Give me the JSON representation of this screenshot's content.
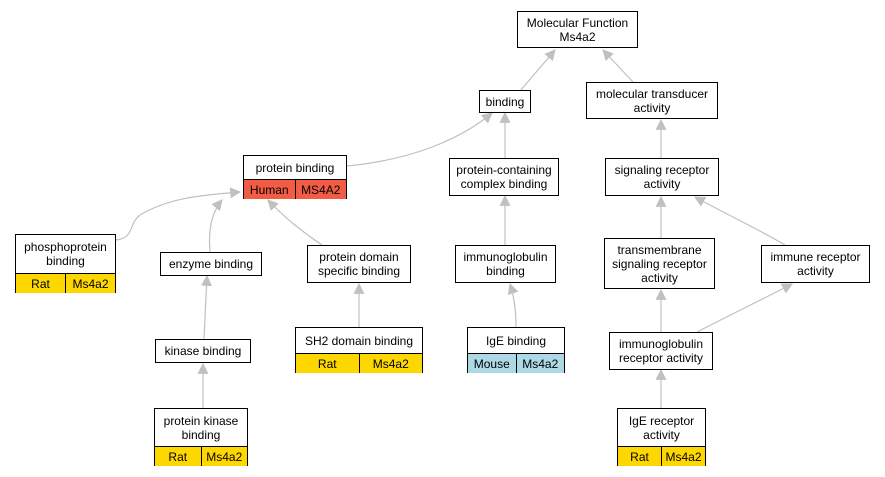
{
  "colors": {
    "edge": "#c0c0c0",
    "rat": "#ffd700",
    "human": "#f25c45",
    "mouse": "#add8e6"
  },
  "nodes": {
    "molecular_function": {
      "label": "Molecular Function\nMs4a2"
    },
    "binding": {
      "label": "binding"
    },
    "molecular_transducer_activity": {
      "label": "molecular transducer\nactivity"
    },
    "protein_binding": {
      "label": "protein binding",
      "species": "Human",
      "gene": "MS4A2"
    },
    "protein_containing_complex_binding": {
      "label": "protein-containing\ncomplex binding"
    },
    "signaling_receptor_activity": {
      "label": "signaling receptor\nactivity"
    },
    "phosphoprotein_binding": {
      "label": "phosphoprotein\nbinding",
      "species": "Rat",
      "gene": "Ms4a2"
    },
    "enzyme_binding": {
      "label": "enzyme binding"
    },
    "protein_domain_specific_binding": {
      "label": "protein domain\nspecific binding"
    },
    "immunoglobulin_binding": {
      "label": "immunoglobulin\nbinding"
    },
    "transmembrane_signaling_receptor_activity": {
      "label": "transmembrane\nsignaling receptor\nactivity"
    },
    "immune_receptor_activity": {
      "label": "immune receptor\nactivity"
    },
    "sh2_domain_binding": {
      "label": "SH2 domain binding",
      "species": "Rat",
      "gene": "Ms4a2"
    },
    "ige_binding": {
      "label": "IgE binding",
      "species": "Mouse",
      "gene": "Ms4a2"
    },
    "kinase_binding": {
      "label": "kinase binding"
    },
    "immunoglobulin_receptor_activity": {
      "label": "immunoglobulin\nreceptor activity"
    },
    "protein_kinase_binding": {
      "label": "protein kinase\nbinding",
      "species": "Rat",
      "gene": "Ms4a2"
    },
    "ige_receptor_activity": {
      "label": "IgE receptor\nactivity",
      "species": "Rat",
      "gene": "Ms4a2"
    }
  }
}
